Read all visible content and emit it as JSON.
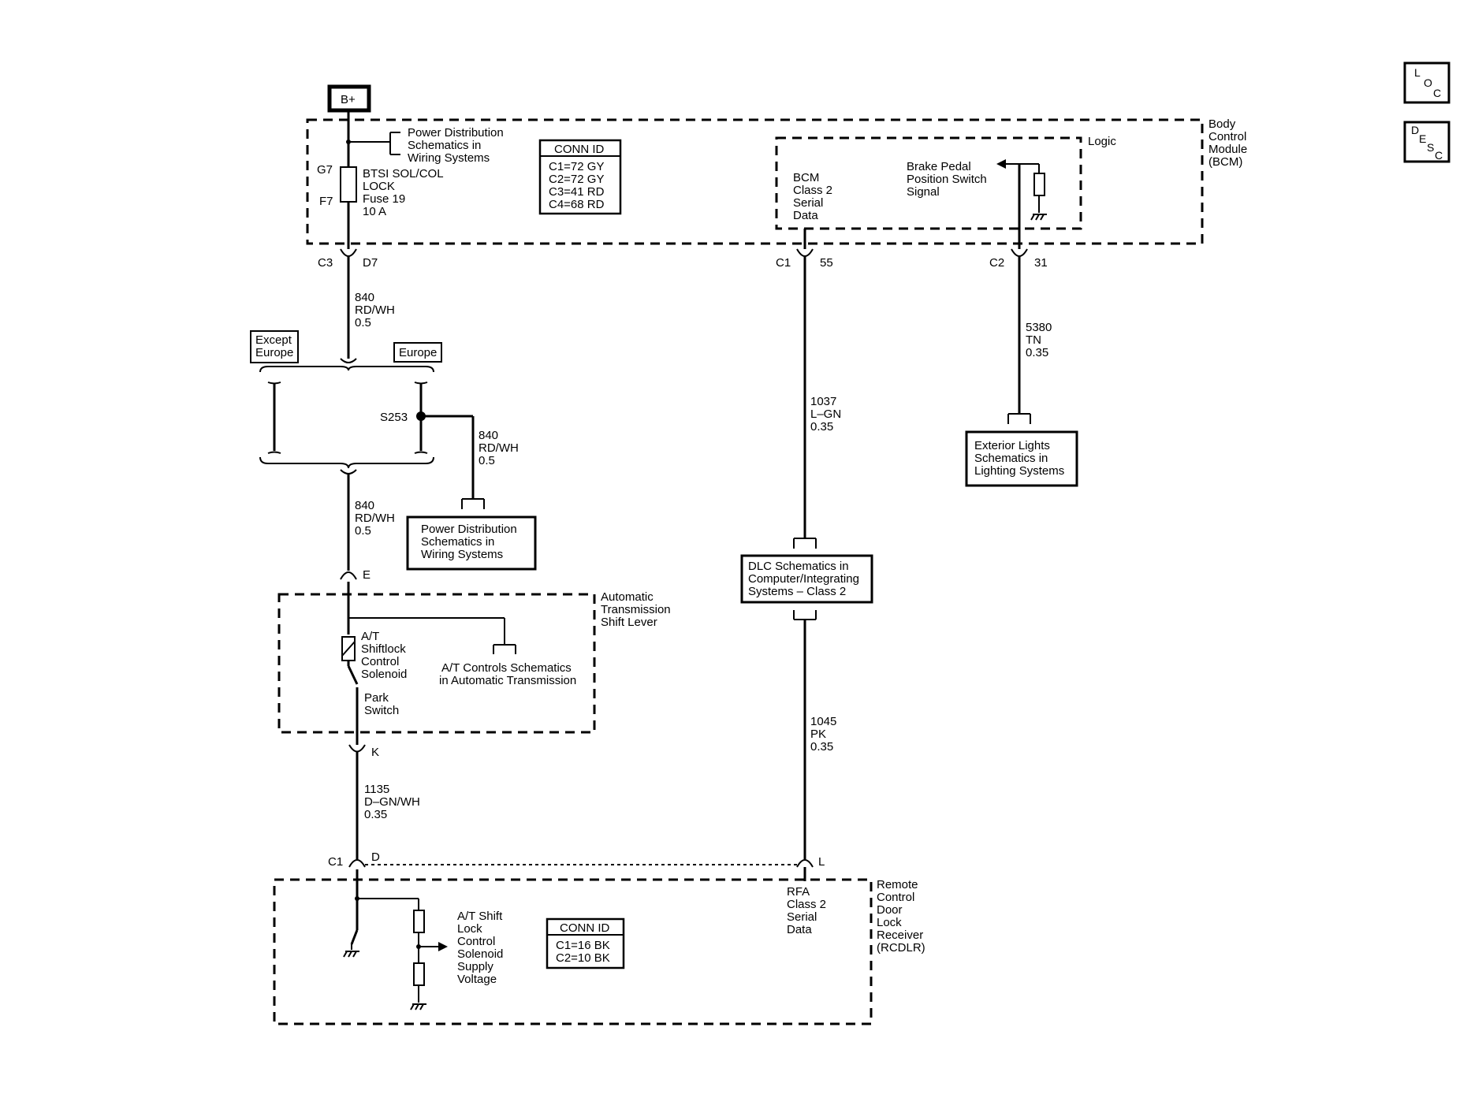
{
  "side_buttons": {
    "loc": [
      "L",
      "O",
      "C"
    ],
    "desc": [
      "D",
      "E",
      "S",
      "C"
    ]
  },
  "power": {
    "label": "B+"
  },
  "bcm": {
    "title": [
      "Body",
      "Control",
      "Module",
      "(BCM)"
    ],
    "pd_ref": [
      "Power Distribution",
      "Schematics in",
      "Wiring Systems"
    ],
    "fuse_pins": [
      "G7",
      "F7"
    ],
    "fuse_label": [
      "BTSI SOL/COL",
      "LOCK",
      "Fuse 19",
      "10 A"
    ],
    "conn_id_title": "CONN ID",
    "conn_id": [
      "C1=72 GY",
      "C2=72 GY",
      "C3=41 RD",
      "C4=68 RD"
    ],
    "logic_label": "Logic",
    "class2": [
      "BCM",
      "Class 2",
      "Serial",
      "Data"
    ],
    "brake": [
      "Brake Pedal",
      "Position Switch",
      "Signal"
    ]
  },
  "connectors": {
    "c3d7": [
      "C3",
      "D7"
    ],
    "c1_55": [
      "C1",
      "55"
    ],
    "c2_31": [
      "C2",
      "31"
    ],
    "e": "E",
    "k": "K",
    "c1d": [
      "C1",
      "D"
    ],
    "l": "L"
  },
  "wires": {
    "w840a": [
      "840",
      "RD/WH",
      "0.5"
    ],
    "w840b": [
      "840",
      "RD/WH",
      "0.5"
    ],
    "w840c": [
      "840",
      "RD/WH",
      "0.5"
    ],
    "w1037": [
      "1037",
      "L–GN",
      "0.35"
    ],
    "w5380": [
      "5380",
      "TN",
      "0.35"
    ],
    "w1045": [
      "1045",
      "PK",
      "0.35"
    ],
    "w1135": [
      "1135",
      "D–GN/WH",
      "0.35"
    ]
  },
  "options": {
    "except": [
      "Except",
      "Europe"
    ],
    "europe": "Europe",
    "splice": "S253"
  },
  "refs": {
    "pd2": [
      "Power Distribution",
      "Schematics in",
      "Wiring Systems"
    ],
    "ext_lights": [
      "Exterior Lights",
      "Schematics in",
      "Lighting Systems"
    ],
    "dlc": [
      "DLC Schematics in",
      "Computer/Integrating",
      "Systems – Class 2"
    ]
  },
  "atsl": {
    "title": [
      "Automatic",
      "Transmission",
      "Shift Lever"
    ],
    "solenoid": [
      "A/T",
      "Shiftlock",
      "Control",
      "Solenoid"
    ],
    "park": [
      "Park",
      "Switch"
    ],
    "atc_ref": [
      "A/T Controls Schematics",
      "in Automatic Transmission"
    ]
  },
  "rcdlr": {
    "title": [
      "Remote",
      "Control",
      "Door",
      "Lock",
      "Receiver",
      "(RCDLR)"
    ],
    "rfa": [
      "RFA",
      "Class 2",
      "Serial",
      "Data"
    ],
    "supply": [
      "A/T Shift",
      "Lock",
      "Control",
      "Solenoid",
      "Supply",
      "Voltage"
    ],
    "conn_id_title": "CONN ID",
    "conn_id": [
      "C1=16 BK",
      "C2=10 BK"
    ]
  }
}
